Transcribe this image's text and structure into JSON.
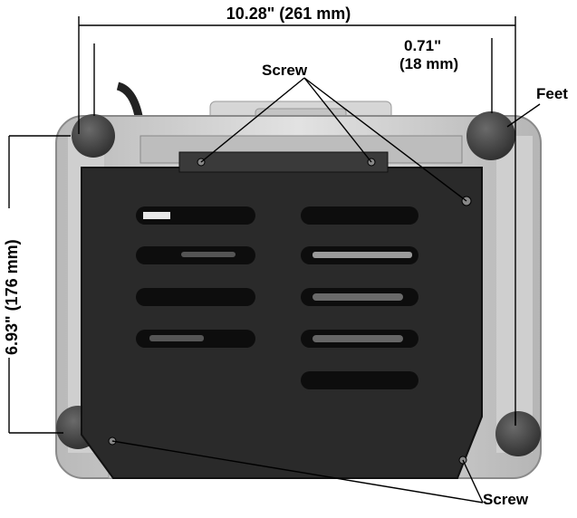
{
  "dimensions": {
    "width_total": "10.28\" (261 mm)",
    "foot_width_line1": "0.71\"",
    "foot_width_line2": "(18 mm)",
    "height_total": "6.93\" (176 mm)"
  },
  "callouts": {
    "screw_top": "Screw",
    "feet": "Feet",
    "screw_bottom": "Screw"
  },
  "colors": {
    "plate": "#2a2a2a",
    "frame": "#c9c9c9",
    "foot": "#4a4a4a",
    "slot": "#0d0d0d",
    "line": "#000000"
  }
}
